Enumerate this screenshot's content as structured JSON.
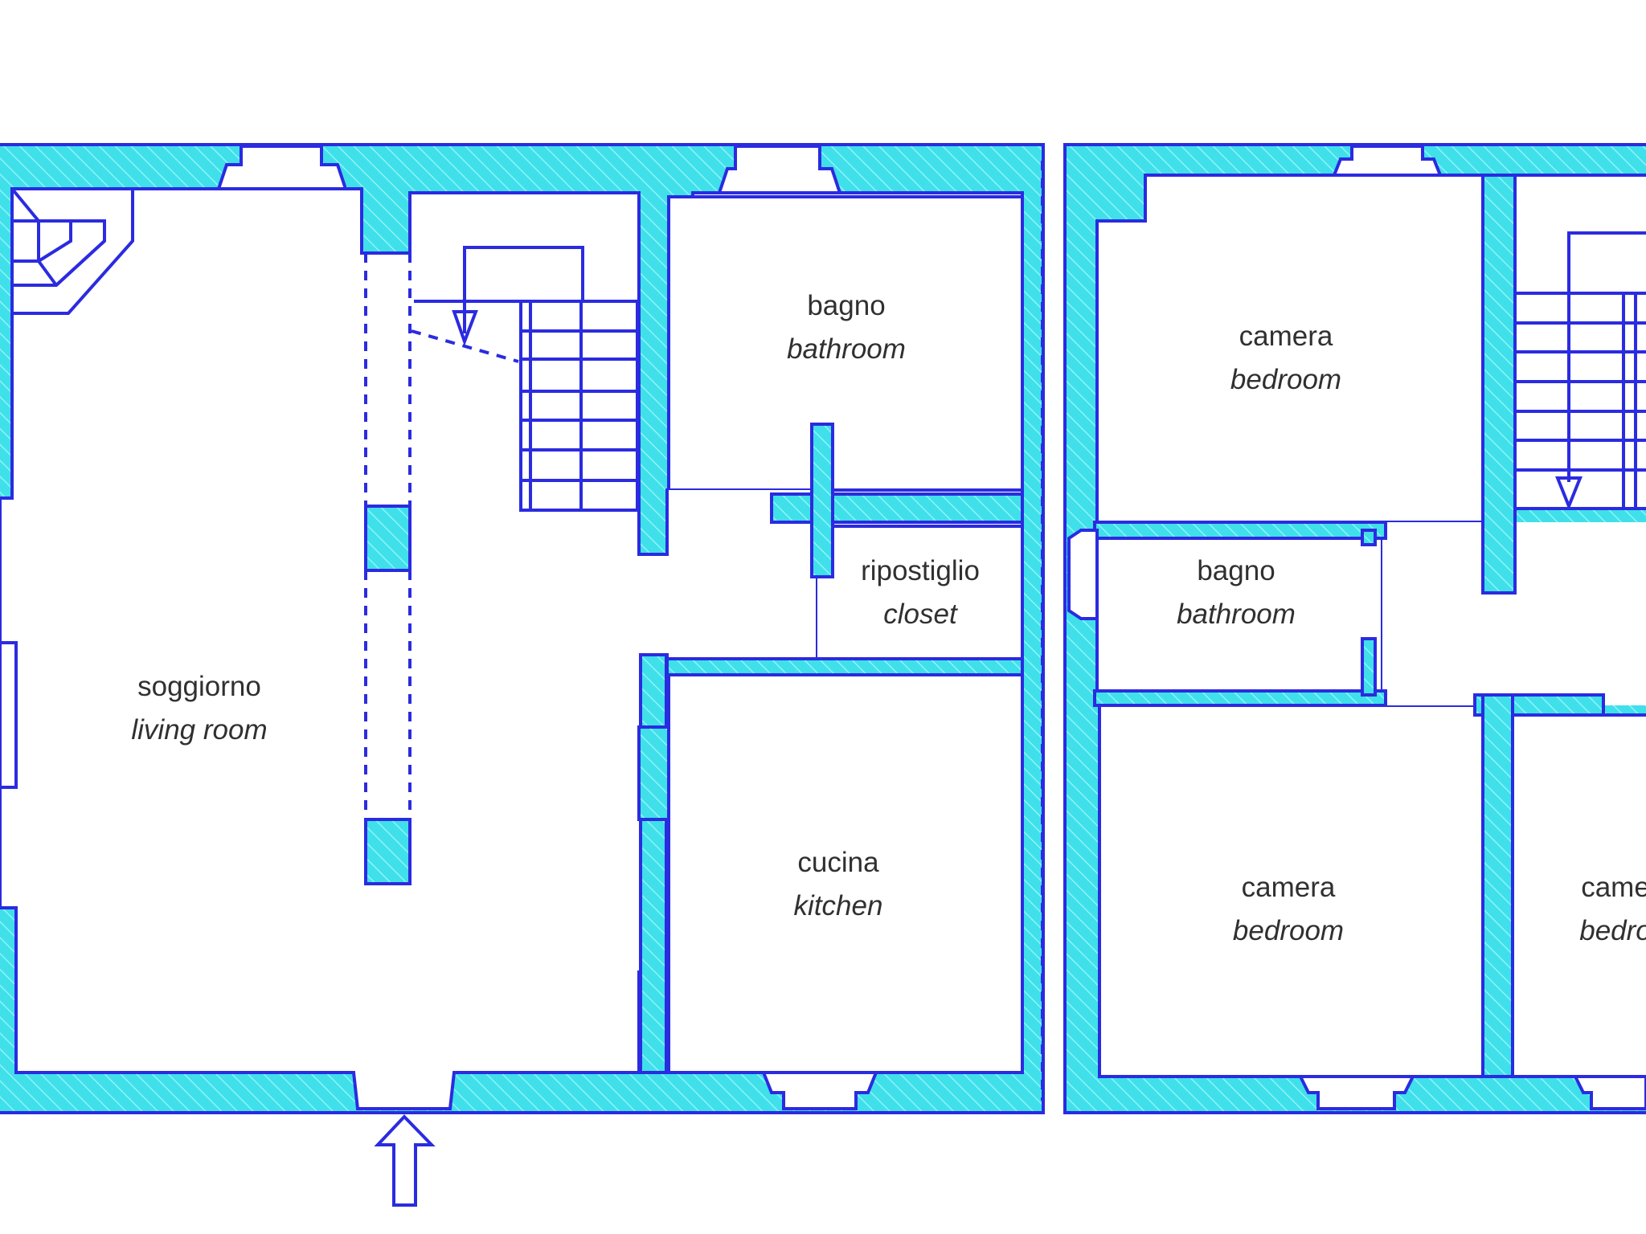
{
  "colors": {
    "wall_fill": "#3fe0ea",
    "wall_stroke": "#2b2be0",
    "text": "#303030",
    "background": "#ffffff"
  },
  "rooms": {
    "living": {
      "name": "soggiorno",
      "name_en": "living room"
    },
    "bath_ground": {
      "name": "bagno",
      "name_en": "bathroom"
    },
    "closet": {
      "name": "ripostiglio",
      "name_en": "closet"
    },
    "kitchen": {
      "name": "cucina",
      "name_en": "kitchen"
    },
    "bed_top": {
      "name": "camera",
      "name_en": "bedroom"
    },
    "bath_upper": {
      "name": "bagno",
      "name_en": "bathroom"
    },
    "bed_bottom": {
      "name": "camera",
      "name_en": "bedroom"
    },
    "bed_right": {
      "name": "came",
      "name_en": "bedro"
    }
  },
  "icons": {
    "entrance": "arrow-up-icon",
    "stairs": "staircase-icon"
  }
}
